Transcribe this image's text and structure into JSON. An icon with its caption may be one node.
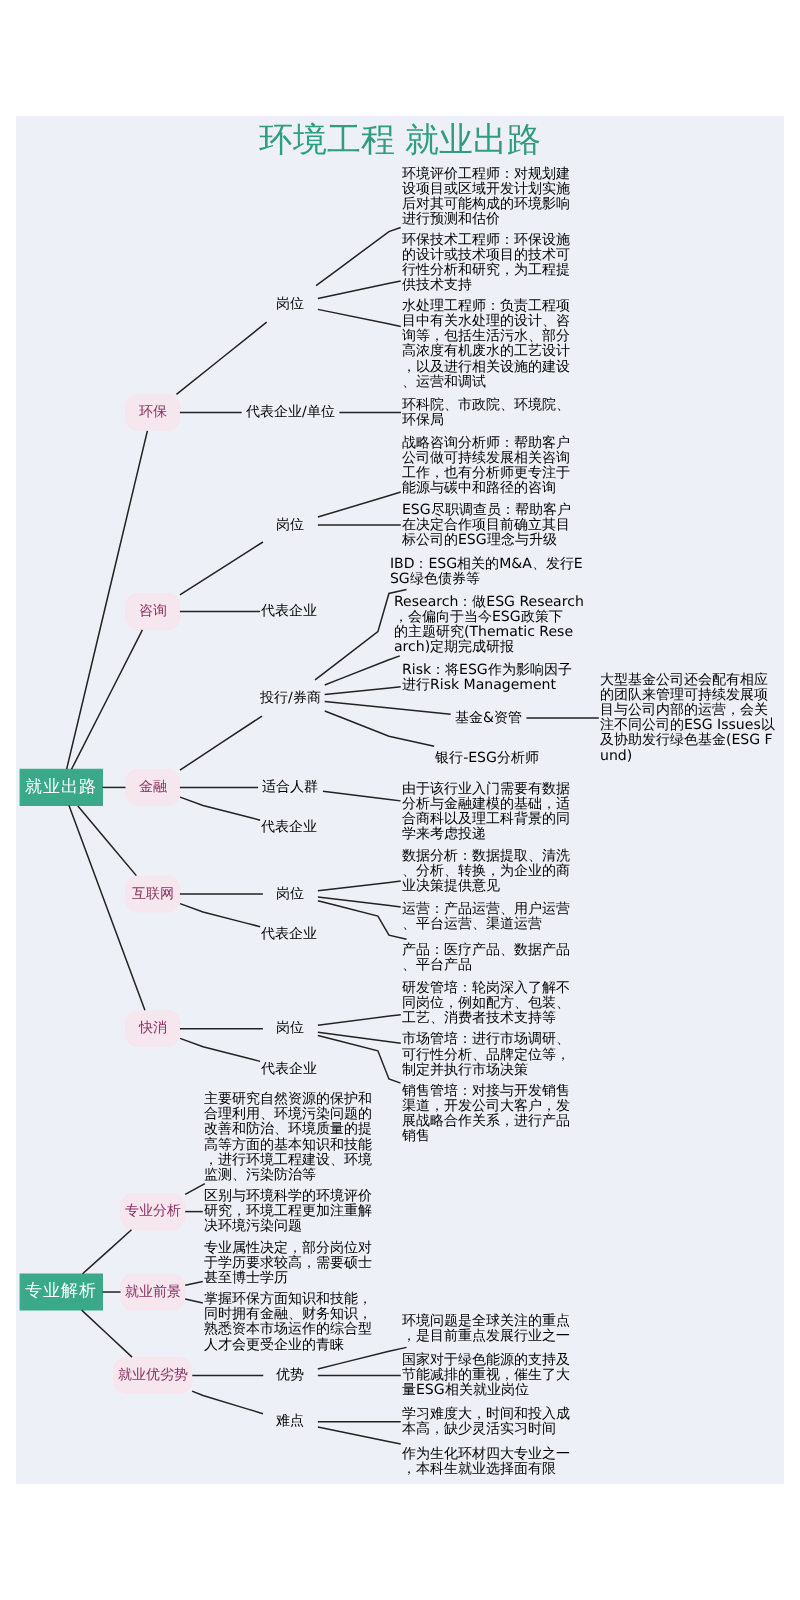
{
  "diagram": {
    "title": "环境工程 就业出路",
    "nodes": [
      {
        "text": [
          "专业解析"
        ]
      },
      {
        "text": [
          "专业分析"
        ]
      },
      {
        "text": [
          "主要研究自然资源的保护和合理利用、环境污染问题的改善和防治、环境质量的提高等方面的基本知识和技能，进行环境工程建设、环境监测、污染防治等"
        ]
      },
      {
        "text": [
          "区别与环境科学的环境评价研究，环境工程更加注重解决环境污染问题"
        ]
      },
      {
        "text": [
          "就业前景"
        ]
      },
      {
        "text": [
          "专业属性决定，部分岗位对于学历要求较高，需要硕士甚至博士学历"
        ]
      },
      {
        "text": [
          "掌握环保方面知识和技能，同时拥有金融、财务知识，熟悉资本市场运作的综合型人才会更受企业的青睐"
        ]
      },
      {
        "text": [
          "就业优劣势"
        ]
      },
      {
        "text": [
          "优势"
        ]
      },
      {
        "text": [
          "环境问题是全球关注的重点，是目前重点发展行业之一"
        ]
      },
      {
        "text": [
          "国家对于绿色能源的支持及节能减排的重视，催生了大量ESG相关就业岗位"
        ]
      },
      {
        "text": [
          "难点"
        ]
      },
      {
        "text": [
          "学习难度大，时间和投入成本高，缺少灵活实习时间"
        ]
      },
      {
        "text": [
          "作为生化环材四大专业之一，本科生就业选择面有限"
        ]
      },
      {
        "text": [
          "就业出路"
        ]
      },
      {
        "text": [
          "环保"
        ]
      },
      {
        "text": [
          "岗位"
        ]
      },
      {
        "text": [
          "环境评价工程师：对规划建设项目或区域开发计划实施后对其可能构成的环境影响进行预测和估价"
        ]
      },
      {
        "text": [
          "环保技术工程师：环保设施的设计或技术项目的技术可行性分析和研究，为工程提供技术支持"
        ]
      },
      {
        "text": [
          "水处理工程师：负责工程项目中有关水处理的设计、咨询等，包括生活污水、部分高浓度有机废水的工艺设计，以及进行相关设施的建设、运营和调试"
        ]
      },
      {
        "text": [
          "代表企业/单位"
        ]
      },
      {
        "text": [
          "环科院、市政院、环境院、环保局"
        ]
      },
      {
        "text": [
          "咨询"
        ]
      },
      {
        "text": [
          "岗位"
        ]
      },
      {
        "text": [
          "战略咨询分析师：帮助客户公司做可持续发展相关咨询工作，也有分析师更专注于能源与碳中和路径的咨询"
        ]
      },
      {
        "text": [
          "ESG尽职调查员：帮助客户在决定合作项目前确立其目标公司的ESG理念与升级"
        ]
      },
      {
        "text": [
          "代表企业"
        ]
      },
      {
        "text": [
          "金融"
        ]
      },
      {
        "text": [
          "投行/券商"
        ]
      },
      {
        "text": [
          "IBD：ESG相关的M&A、发行ESG绿色债券等"
        ]
      },
      {
        "text": [
          "Research：做ESG Research，会偏向于当今ESG政策下的主题研究(Thematic Research)定期完成研报"
        ]
      },
      {
        "text": [
          "Risk：将ESG作为影响因子进行Risk Management"
        ]
      },
      {
        "text": [
          "基金&资管"
        ]
      },
      {
        "text": [
          "大型基金公司还会配有相应的团队来管理可持续发展项目与公司内部的运营，会关注不同公司的ESG Issues以及协助发行绿色基金(ESG Fund)"
        ]
      },
      {
        "text": [
          "银行-ESG分析师"
        ]
      },
      {
        "text": [
          "适合人群"
        ]
      },
      {
        "text": [
          "由于该行业入门需要有数据分析与金融建模的基础，适合商科以及理工科背景的同学来考虑投递"
        ]
      },
      {
        "text": [
          "代表企业"
        ]
      },
      {
        "text": [
          "互联网"
        ]
      },
      {
        "text": [
          "岗位"
        ]
      },
      {
        "text": [
          "数据分析：数据提取、清洗、分析、转换，为企业的商业决策提供意见"
        ]
      },
      {
        "text": [
          "运营：产品运营、用户运营、平台运营、渠道运营"
        ]
      },
      {
        "text": [
          "产品：医疗产品、数据产品、平台产品"
        ]
      },
      {
        "text": [
          "代表企业"
        ]
      },
      {
        "text": [
          "快消"
        ]
      },
      {
        "text": [
          "岗位"
        ]
      },
      {
        "text": [
          "研发管培：轮岗深入了解不同岗位，例如配方、包装、工艺、消费者技术支持等"
        ]
      },
      {
        "text": [
          "市场管培：进行市场调研、可行性分析、品牌定位等，制定并执行市场决策"
        ]
      },
      {
        "text": [
          "销售管培：对接与开发销售渠道，开发公司大客户，发展战略合作关系，进行产品销售"
        ]
      },
      {
        "text": [
          "代表企业"
        ]
      }
    ],
    "edges": [
      {
        "from": 0,
        "to": 1,
        "arrow": "none"
      },
      {
        "from": 1,
        "to": 2,
        "arrow": "none"
      },
      {
        "from": 1,
        "to": 3,
        "arrow": "none"
      },
      {
        "from": 0,
        "to": 4,
        "arrow": "none"
      },
      {
        "from": 4,
        "to": 5,
        "arrow": "none"
      },
      {
        "from": 4,
        "to": 6,
        "arrow": "none"
      },
      {
        "from": 0,
        "to": 7,
        "arrow": "none"
      },
      {
        "from": 7,
        "to": 8,
        "arrow": "none"
      },
      {
        "from": 8,
        "to": 9,
        "arrow": "none"
      },
      {
        "from": 8,
        "to": 10,
        "arrow": "none"
      },
      {
        "from": 7,
        "to": 11,
        "arrow": "none"
      },
      {
        "from": 11,
        "to": 12,
        "arrow": "none"
      },
      {
        "from": 11,
        "to": 13,
        "arrow": "none"
      },
      {
        "from": 14,
        "to": 15,
        "arrow": "none"
      },
      {
        "from": 15,
        "to": 16,
        "arrow": "none"
      },
      {
        "from": 16,
        "to": 17,
        "arrow": "none"
      },
      {
        "from": 16,
        "to": 18,
        "arrow": "none"
      },
      {
        "from": 16,
        "to": 19,
        "arrow": "none"
      },
      {
        "from": 15,
        "to": 20,
        "arrow": "none"
      },
      {
        "from": 20,
        "to": 21,
        "arrow": "none"
      },
      {
        "from": 14,
        "to": 22,
        "arrow": "none"
      },
      {
        "from": 22,
        "to": 23,
        "arrow": "none"
      },
      {
        "from": 23,
        "to": 24,
        "arrow": "none"
      },
      {
        "from": 23,
        "to": 25,
        "arrow": "none"
      },
      {
        "from": 22,
        "to": 26,
        "arrow": "none"
      },
      {
        "from": 14,
        "to": 27,
        "arrow": "none"
      },
      {
        "from": 27,
        "to": 28,
        "arrow": "none"
      },
      {
        "from": 28,
        "to": 29,
        "arrow": "none"
      },
      {
        "from": 28,
        "to": 30,
        "arrow": "none"
      },
      {
        "from": 28,
        "to": 31,
        "arrow": "none"
      },
      {
        "from": 28,
        "to": 32,
        "arrow": "none"
      },
      {
        "from": 32,
        "to": 33,
        "arrow": "none"
      },
      {
        "from": 28,
        "to": 34,
        "arrow": "none"
      },
      {
        "from": 27,
        "to": 35,
        "arrow": "none"
      },
      {
        "from": 35,
        "to": 36,
        "arrow": "none"
      },
      {
        "from": 27,
        "to": 37,
        "arrow": "none"
      },
      {
        "from": 14,
        "to": 38,
        "arrow": "none"
      },
      {
        "from": 38,
        "to": 39,
        "arrow": "none"
      },
      {
        "from": 39,
        "to": 40,
        "arrow": "none"
      },
      {
        "from": 39,
        "to": 41,
        "arrow": "none"
      },
      {
        "from": 39,
        "to": 42,
        "arrow": "none"
      },
      {
        "from": 38,
        "to": 43,
        "arrow": "none"
      },
      {
        "from": 14,
        "to": 44,
        "arrow": "none"
      },
      {
        "from": 44,
        "to": 45,
        "arrow": "none"
      },
      {
        "from": 45,
        "to": 46,
        "arrow": "none"
      },
      {
        "from": 45,
        "to": 47,
        "arrow": "none"
      },
      {
        "from": 45,
        "to": 48,
        "arrow": "none"
      },
      {
        "from": 44,
        "to": 49,
        "arrow": "none"
      }
    ]
  }
}
